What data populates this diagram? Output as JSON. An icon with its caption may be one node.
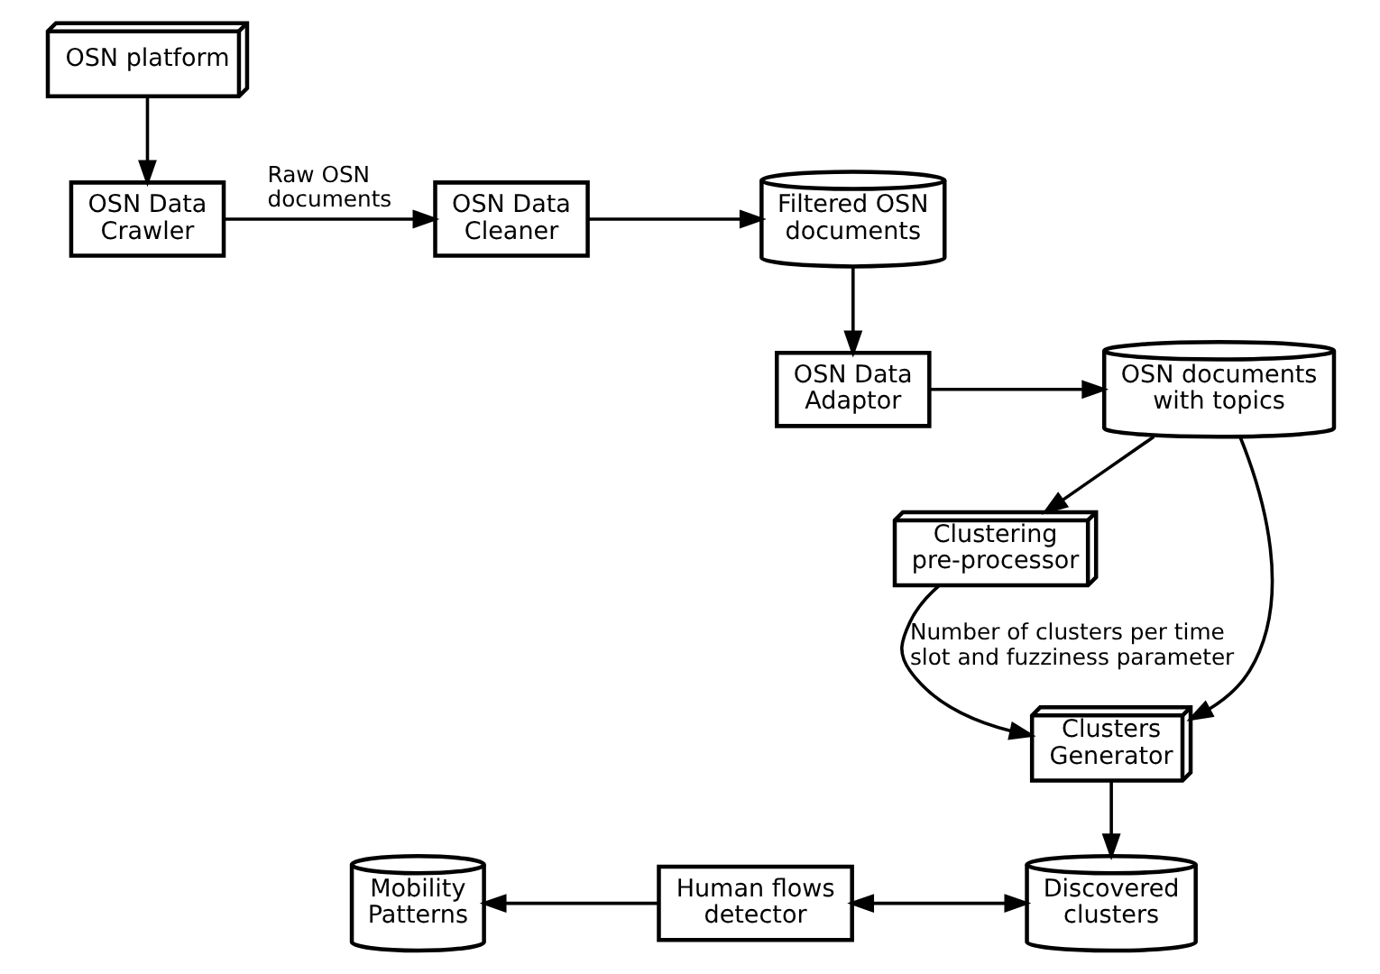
{
  "diagram": {
    "nodes": [
      {
        "text": [
          "OSN platform"
        ]
      },
      {
        "text": [
          "OSN Data Adaptor"
        ]
      },
      {
        "text": [
          "OSN documents with topics"
        ]
      },
      {
        "text": [
          "OSN Data Crawler"
        ]
      },
      {
        "text": [
          "OSN Data Cleaner"
        ]
      },
      {
        "text": [
          "Filtered OSN documents"
        ]
      },
      {
        "text": [
          "Clustering pre-processor"
        ]
      },
      {
        "text": [
          "Clusters Generator"
        ]
      },
      {
        "text": [
          "Mobility Patterns"
        ]
      },
      {
        "text": [
          "Human flows detector"
        ]
      },
      {
        "text": [
          "Discovered clusters"
        ]
      }
    ],
    "edges": [
      {
        "from": 0,
        "to": 3,
        "arrow": "to"
      },
      {
        "from": 3,
        "to": 4,
        "arrow": "to",
        "label": "Raw OSN documents"
      },
      {
        "from": 4,
        "to": 5,
        "arrow": "to"
      },
      {
        "from": 5,
        "to": 1,
        "arrow": "to"
      },
      {
        "from": 1,
        "to": 2,
        "arrow": "to"
      },
      {
        "from": 2,
        "to": 6,
        "arrow": "to"
      },
      {
        "from": 6,
        "to": 7,
        "arrow": "to",
        "label": "Number of clusters per time slot and fuzziness parameter"
      },
      {
        "from": 2,
        "to": 7,
        "arrow": "to"
      },
      {
        "from": 7,
        "to": 10,
        "arrow": "to"
      },
      {
        "from": 9,
        "to": 10,
        "arrow": "both"
      },
      {
        "from": 9,
        "to": 8,
        "arrow": "to"
      }
    ]
  }
}
